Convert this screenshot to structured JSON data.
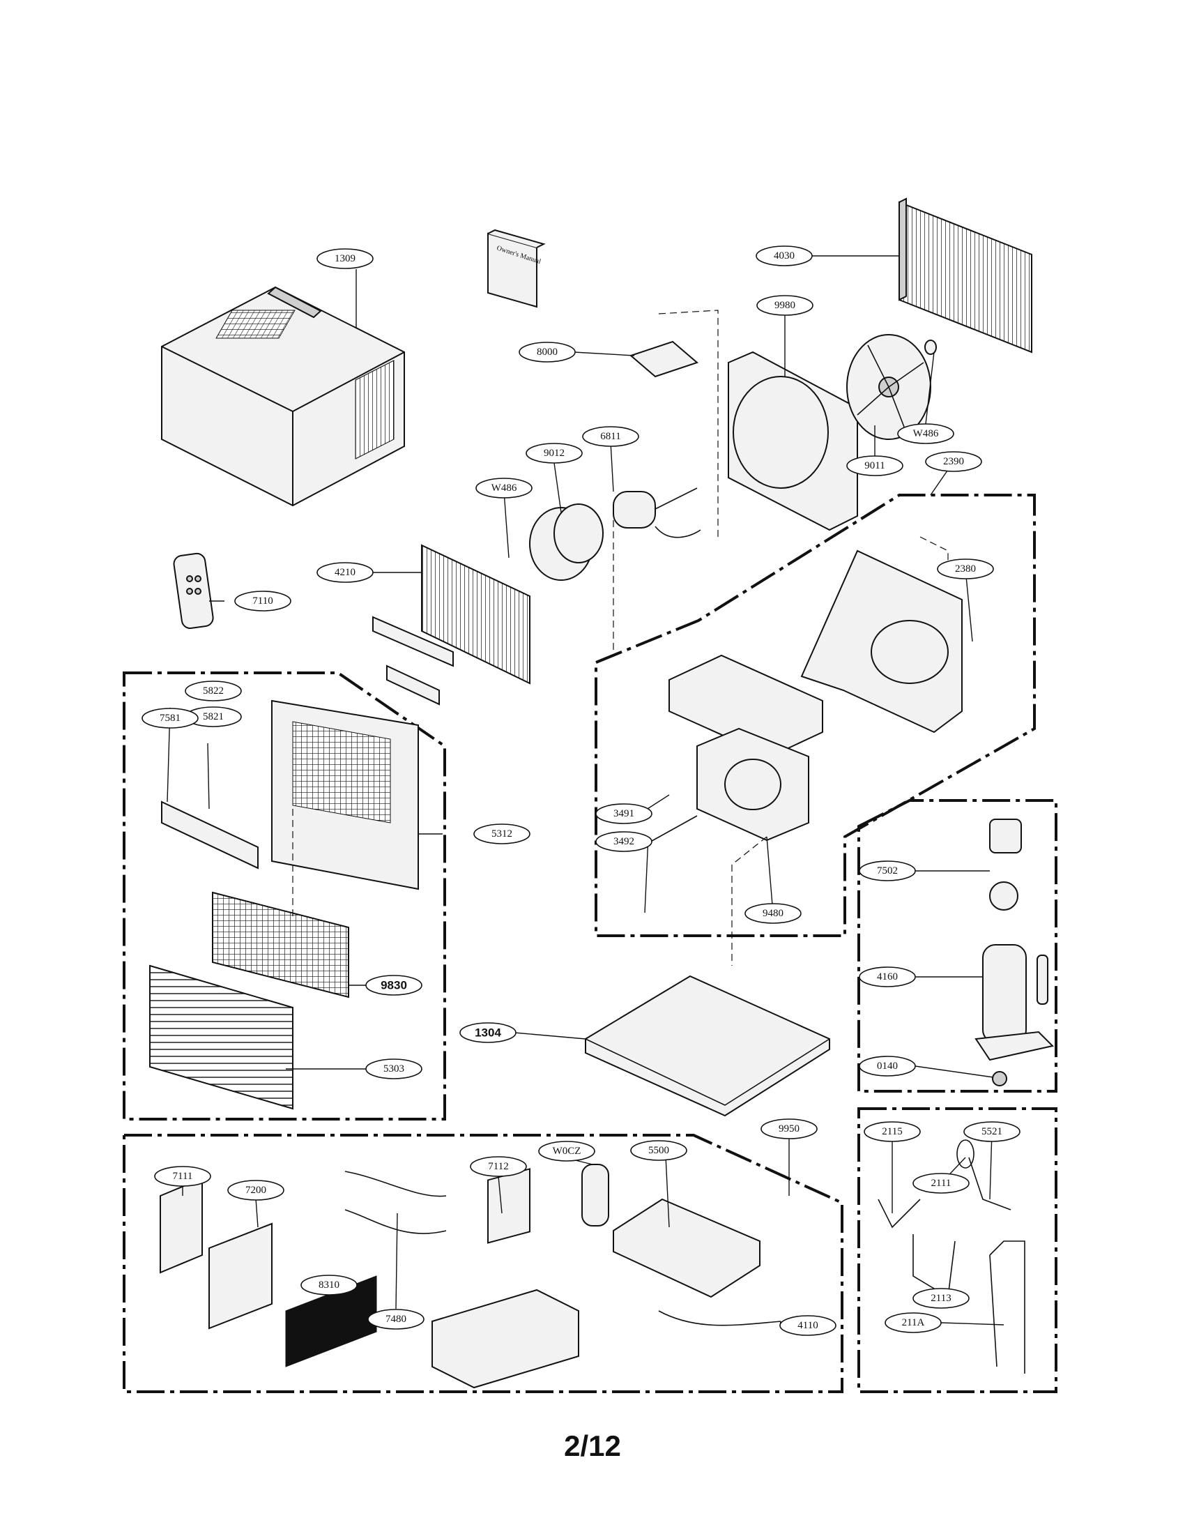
{
  "page": {
    "number": "2/12"
  },
  "manual": {
    "title": "Owner's Manual"
  },
  "callouts": [
    {
      "id": "1309",
      "label": "1309"
    },
    {
      "id": "4030",
      "label": "4030"
    },
    {
      "id": "9980",
      "label": "9980"
    },
    {
      "id": "8000",
      "label": "8000"
    },
    {
      "id": "W486a",
      "label": "W486"
    },
    {
      "id": "9011",
      "label": "9011"
    },
    {
      "id": "2390",
      "label": "2390"
    },
    {
      "id": "9012",
      "label": "9012"
    },
    {
      "id": "6811",
      "label": "6811"
    },
    {
      "id": "W486b",
      "label": "W486"
    },
    {
      "id": "4210",
      "label": "4210"
    },
    {
      "id": "7110",
      "label": "7110"
    },
    {
      "id": "2380",
      "label": "2380"
    },
    {
      "id": "5822",
      "label": "5822"
    },
    {
      "id": "5821",
      "label": "5821"
    },
    {
      "id": "7581",
      "label": "7581"
    },
    {
      "id": "5312",
      "label": "5312"
    },
    {
      "id": "9830",
      "label": "9830"
    },
    {
      "id": "5303",
      "label": "5303"
    },
    {
      "id": "3491",
      "label": "3491"
    },
    {
      "id": "3492",
      "label": "3492"
    },
    {
      "id": "9480",
      "label": "9480"
    },
    {
      "id": "7502",
      "label": "7502"
    },
    {
      "id": "4160",
      "label": "4160"
    },
    {
      "id": "0140",
      "label": "0140"
    },
    {
      "id": "1304",
      "label": "1304"
    },
    {
      "id": "9950",
      "label": "9950"
    },
    {
      "id": "7111",
      "label": "7111"
    },
    {
      "id": "7200",
      "label": "7200"
    },
    {
      "id": "7112",
      "label": "7112"
    },
    {
      "id": "W0CZ",
      "label": "W0CZ"
    },
    {
      "id": "5500",
      "label": "5500"
    },
    {
      "id": "8310",
      "label": "8310"
    },
    {
      "id": "7480",
      "label": "7480"
    },
    {
      "id": "4110",
      "label": "4110"
    },
    {
      "id": "2115",
      "label": "2115"
    },
    {
      "id": "2111",
      "label": "2111"
    },
    {
      "id": "5521",
      "label": "5521"
    },
    {
      "id": "2113",
      "label": "2113"
    },
    {
      "id": "211A",
      "label": "211A"
    }
  ]
}
